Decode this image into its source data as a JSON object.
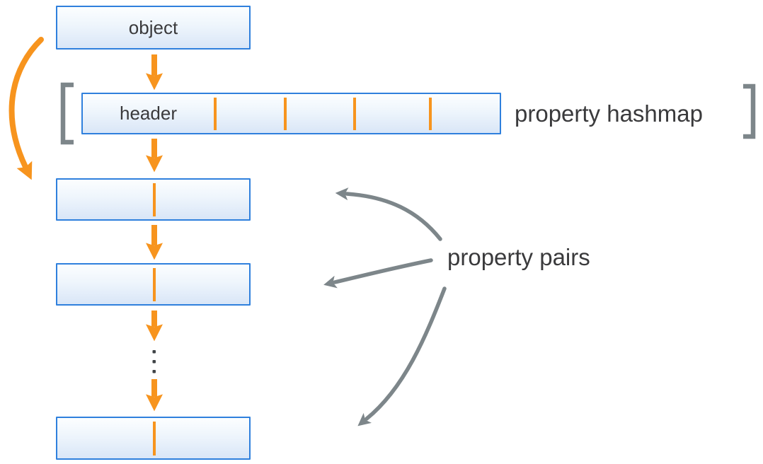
{
  "diagram": {
    "object_box": {
      "label": "object"
    },
    "hashmap_box": {
      "header_label": "header",
      "cell_count": 5,
      "divider_count": 4
    },
    "annotations": {
      "hashmap": "property hashmap",
      "pairs": "property pairs"
    },
    "pair_rows_visible": 3,
    "ellipsis_between_rows": true,
    "connectors": {
      "orange_down_arrows": 5,
      "orange_curved_arrow": "object-to-first-pair",
      "gray_annotation_arrows": 3,
      "brackets": [
        "left-bracket",
        "right-bracket"
      ]
    },
    "colors": {
      "accent_orange": "#F7941E",
      "box_border_blue": "#2F80DD",
      "box_fill_top": "#FCFEFF",
      "box_fill_bottom": "#D9E6F7",
      "annotation_gray": "#7D868A",
      "text_dark": "#3A3A3C"
    }
  }
}
